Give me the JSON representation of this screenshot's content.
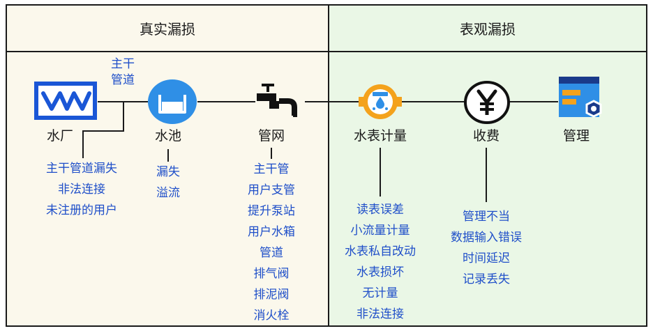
{
  "sections": {
    "left": {
      "title": "真实漏损",
      "bg": "#fbf8ec"
    },
    "right": {
      "title": "表观漏损",
      "bg": "#eaf7e6"
    }
  },
  "nodes": {
    "plant": {
      "label": "水厂"
    },
    "pool": {
      "label": "水池"
    },
    "network": {
      "label": "管网"
    },
    "meter": {
      "label": "水表计量"
    },
    "billing": {
      "label": "收费"
    },
    "management": {
      "label": "管理"
    }
  },
  "trunk_label": [
    "主干",
    "管道"
  ],
  "causes": {
    "plant": [
      "主干管道漏失",
      "非法连接",
      "未注册的用户"
    ],
    "pool": [
      "漏失",
      "溢流"
    ],
    "network": [
      "主干管",
      "用户支管",
      "提升泵站",
      "用户水箱",
      "管道",
      "排气阀",
      "排泥阀",
      "消火栓"
    ],
    "meter": [
      "读表误差",
      "小流量计量",
      "水表私自改动",
      "水表损坏",
      "无计量",
      "非法连接"
    ],
    "billing": [
      "管理不当",
      "数据输入错误",
      "时间延迟",
      "记录丢失"
    ]
  },
  "icons": {
    "plant": "waveform-icon",
    "pool": "water-tank-icon",
    "network": "faucet-icon",
    "meter": "water-meter-icon",
    "billing": "yen-icon",
    "management": "settings-window-icon"
  },
  "colors": {
    "accent_blue": "#1f4fc9",
    "border": "#1a1a1a"
  }
}
